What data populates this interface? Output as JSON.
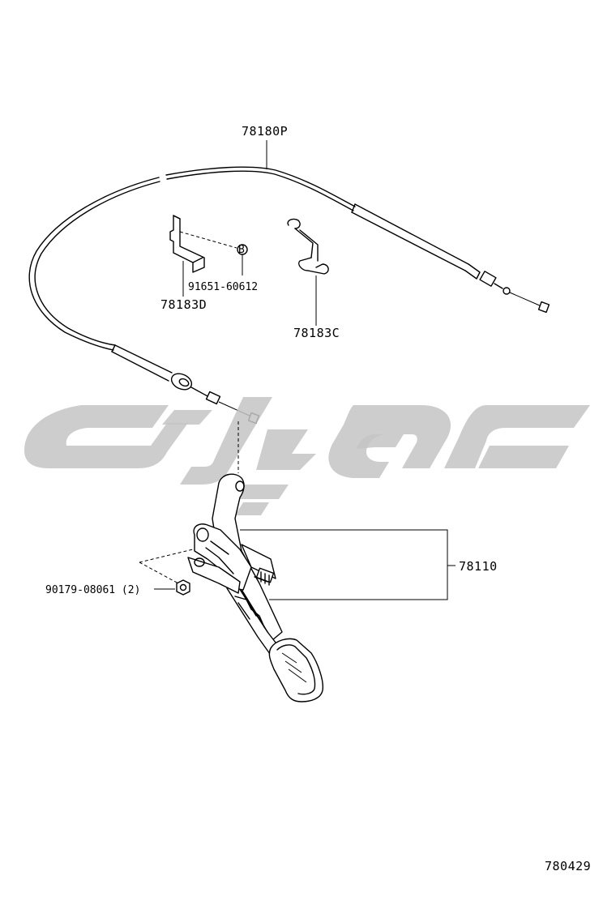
{
  "diagram": {
    "parts": [
      {
        "key": "cable",
        "number": "78180P"
      },
      {
        "key": "bracket",
        "number": "78183D"
      },
      {
        "key": "bolt",
        "number": "91651-60612"
      },
      {
        "key": "bolt_marker",
        "number": "B"
      },
      {
        "key": "clamp",
        "number": "78183C"
      },
      {
        "key": "pedal",
        "number": "78110"
      },
      {
        "key": "nut",
        "number": "90179-08061 (2)"
      }
    ],
    "figure_number": "780429",
    "watermark": {
      "type": "logo",
      "color": "#c4c4c4"
    }
  }
}
